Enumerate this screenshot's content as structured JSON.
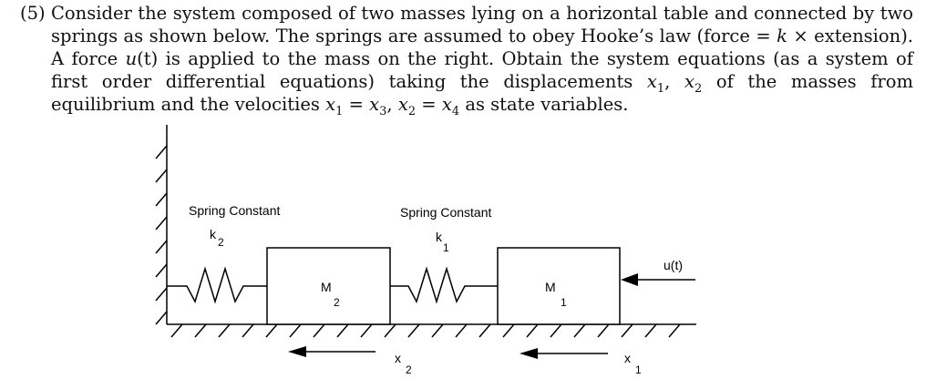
{
  "problem": {
    "number": "(5)",
    "text_a": "Consider the system composed of two masses lying on a horizontal table and connected by two springs as shown below. The springs are assumed to obey Hooke’s law (force = ",
    "k": "k",
    "times": " × extension). A force ",
    "u": "u",
    "t_arg": "(t)",
    "text_b": " is applied to the mass on the right. Obtain the system equations (as a system of first order differential equations) taking the displacements ",
    "x": "x",
    "s1": "1",
    "comma": ", ",
    "s2": "2",
    "text_c": " of the masses from equilibrium and the velocities ",
    "eq": " = ",
    "s3": "3",
    "s4": "4",
    "text_d": " as state variables."
  },
  "figure": {
    "spring2": {
      "label": "Spring Constant",
      "symbol": "k",
      "index": "2"
    },
    "spring1": {
      "label": "Spring Constant",
      "symbol": "k",
      "index": "1"
    },
    "mass2": {
      "symbol": "M",
      "index": "2"
    },
    "mass1": {
      "symbol": "M",
      "index": "1"
    },
    "force": "u(t)",
    "disp2": {
      "symbol": "x",
      "index": "2"
    },
    "disp1": {
      "symbol": "x",
      "index": "1"
    }
  }
}
